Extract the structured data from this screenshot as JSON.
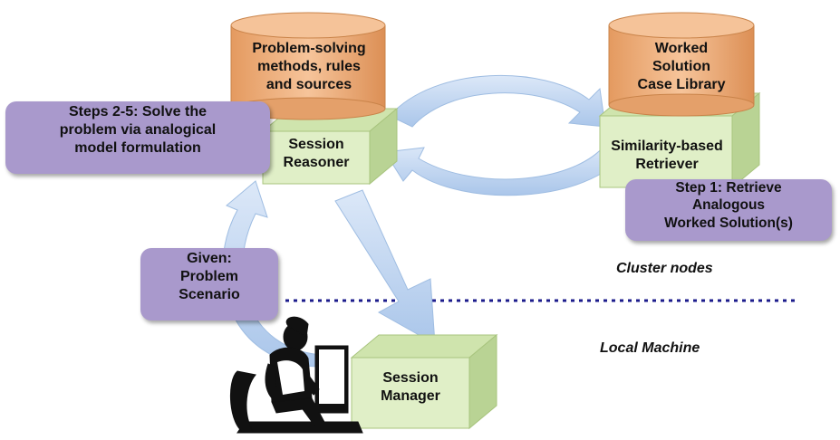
{
  "colors": {
    "cylinder_fill": "#f0b585",
    "cylinder_edge": "#d28f5a",
    "cube_front": "#e0efc7",
    "cube_side": "#b9d394",
    "cube_top": "#cfe4ad",
    "callout": "#a999cc",
    "arrow_fill": "#c7d9f3",
    "divider": "#1c1c8c"
  },
  "nodes": {
    "methods_db": {
      "lines": [
        "Problem-solving",
        "methods, rules",
        "and sources"
      ]
    },
    "case_library": {
      "lines": [
        "Worked",
        "Solution",
        "Case Library"
      ]
    },
    "session_reasoner": {
      "lines": [
        "Session",
        "Reasoner"
      ]
    },
    "retriever": {
      "lines": [
        "Similarity-based",
        "Retriever"
      ]
    },
    "session_manager": {
      "lines": [
        "Session",
        "Manager"
      ]
    }
  },
  "callouts": {
    "steps_2_5": {
      "lines": [
        "Steps 2-5: Solve the",
        "problem via analogical",
        "model formulation"
      ]
    },
    "step_1": {
      "lines": [
        "Step 1: Retrieve",
        "Analogous",
        "Worked Solution(s)"
      ]
    },
    "given": {
      "lines": [
        "Given:",
        "Problem",
        "Scenario"
      ]
    }
  },
  "zones": {
    "cluster": "Cluster nodes",
    "local": "Local Machine"
  },
  "icons": {
    "user": "person-at-computer-icon"
  }
}
